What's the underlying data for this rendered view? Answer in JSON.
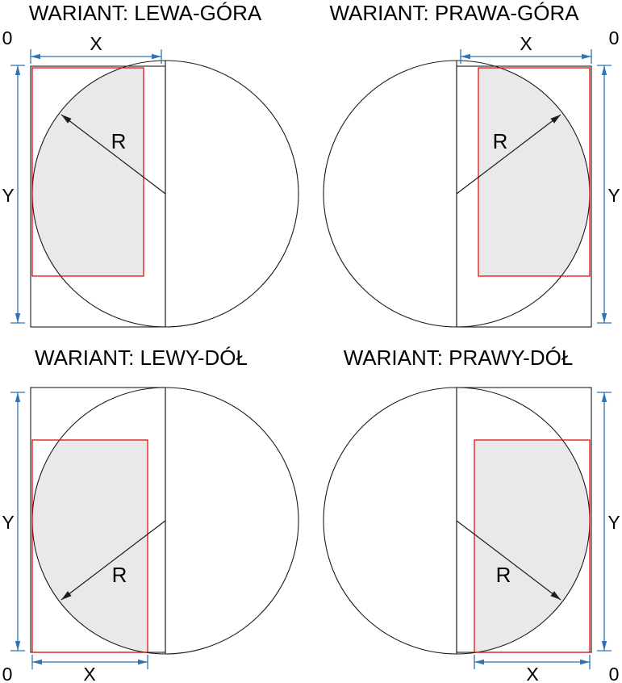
{
  "colors": {
    "outline": "#1c1c1c",
    "dimension": "#2e74b5",
    "cut": "#e00000",
    "shade": "#e9e9e9"
  },
  "variants": [
    {
      "id": "lewa-gora",
      "title": "WARIANT: LEWA-GÓRA",
      "origin_label": "0",
      "x_label": "X",
      "y_label": "Y",
      "r_label": "R"
    },
    {
      "id": "prawa-gora",
      "title": "WARIANT: PRAWA-GÓRA",
      "origin_label": "0",
      "x_label": "X",
      "y_label": "Y",
      "r_label": "R"
    },
    {
      "id": "lewy-dol",
      "title": "WARIANT: LEWY-DÓŁ",
      "origin_label": "0",
      "x_label": "X",
      "y_label": "Y",
      "r_label": "R"
    },
    {
      "id": "prawy-dol",
      "title": "WARIANT: PRAWY-DÓŁ",
      "origin_label": "0",
      "x_label": "X",
      "y_label": "Y",
      "r_label": "R"
    }
  ]
}
